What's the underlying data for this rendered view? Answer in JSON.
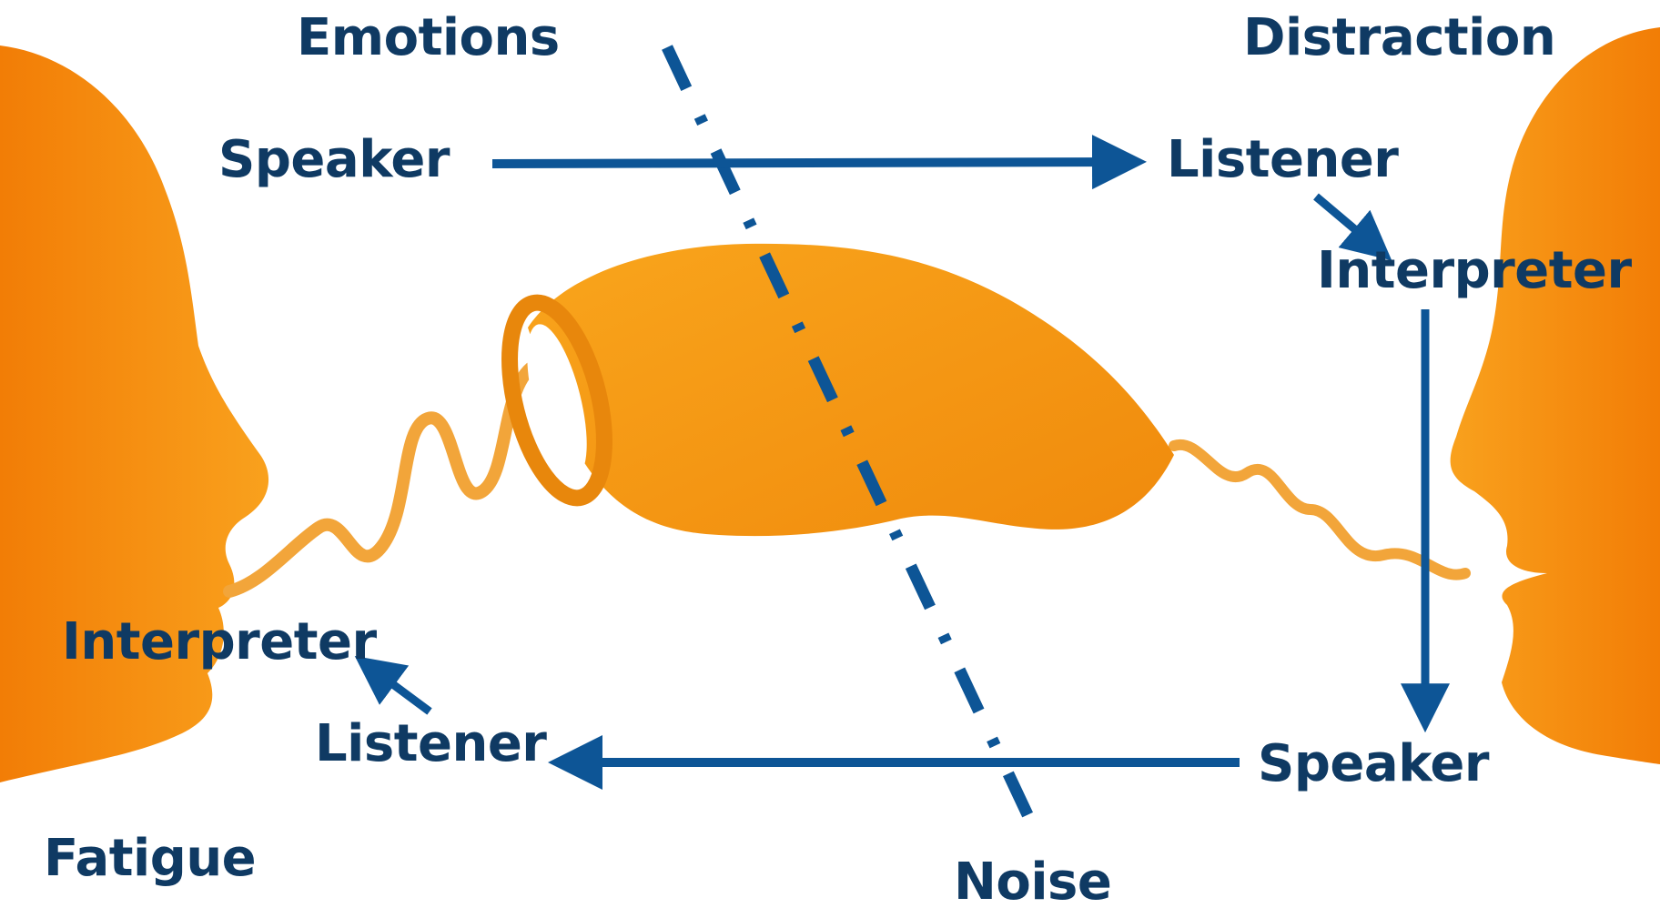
{
  "labels": {
    "emotions": "Emotions",
    "distraction": "Distraction",
    "speaker_top": "Speaker",
    "listener_top": "Listener",
    "interpreter_right": "Interpreter",
    "interpreter_left": "Interpreter",
    "listener_bottom": "Listener",
    "speaker_bottom": "Speaker",
    "fatigue": "Fatigue",
    "noise": "Noise"
  },
  "colors": {
    "label_text": "#0f3a63",
    "arrow": "#0d5596",
    "head_fill": "#f7950f",
    "phone_fill": "#f6a21a"
  },
  "icons": {
    "left_head": "head-silhouette-icon",
    "right_head": "head-silhouette-icon",
    "phone": "telephone-handset-icon"
  }
}
